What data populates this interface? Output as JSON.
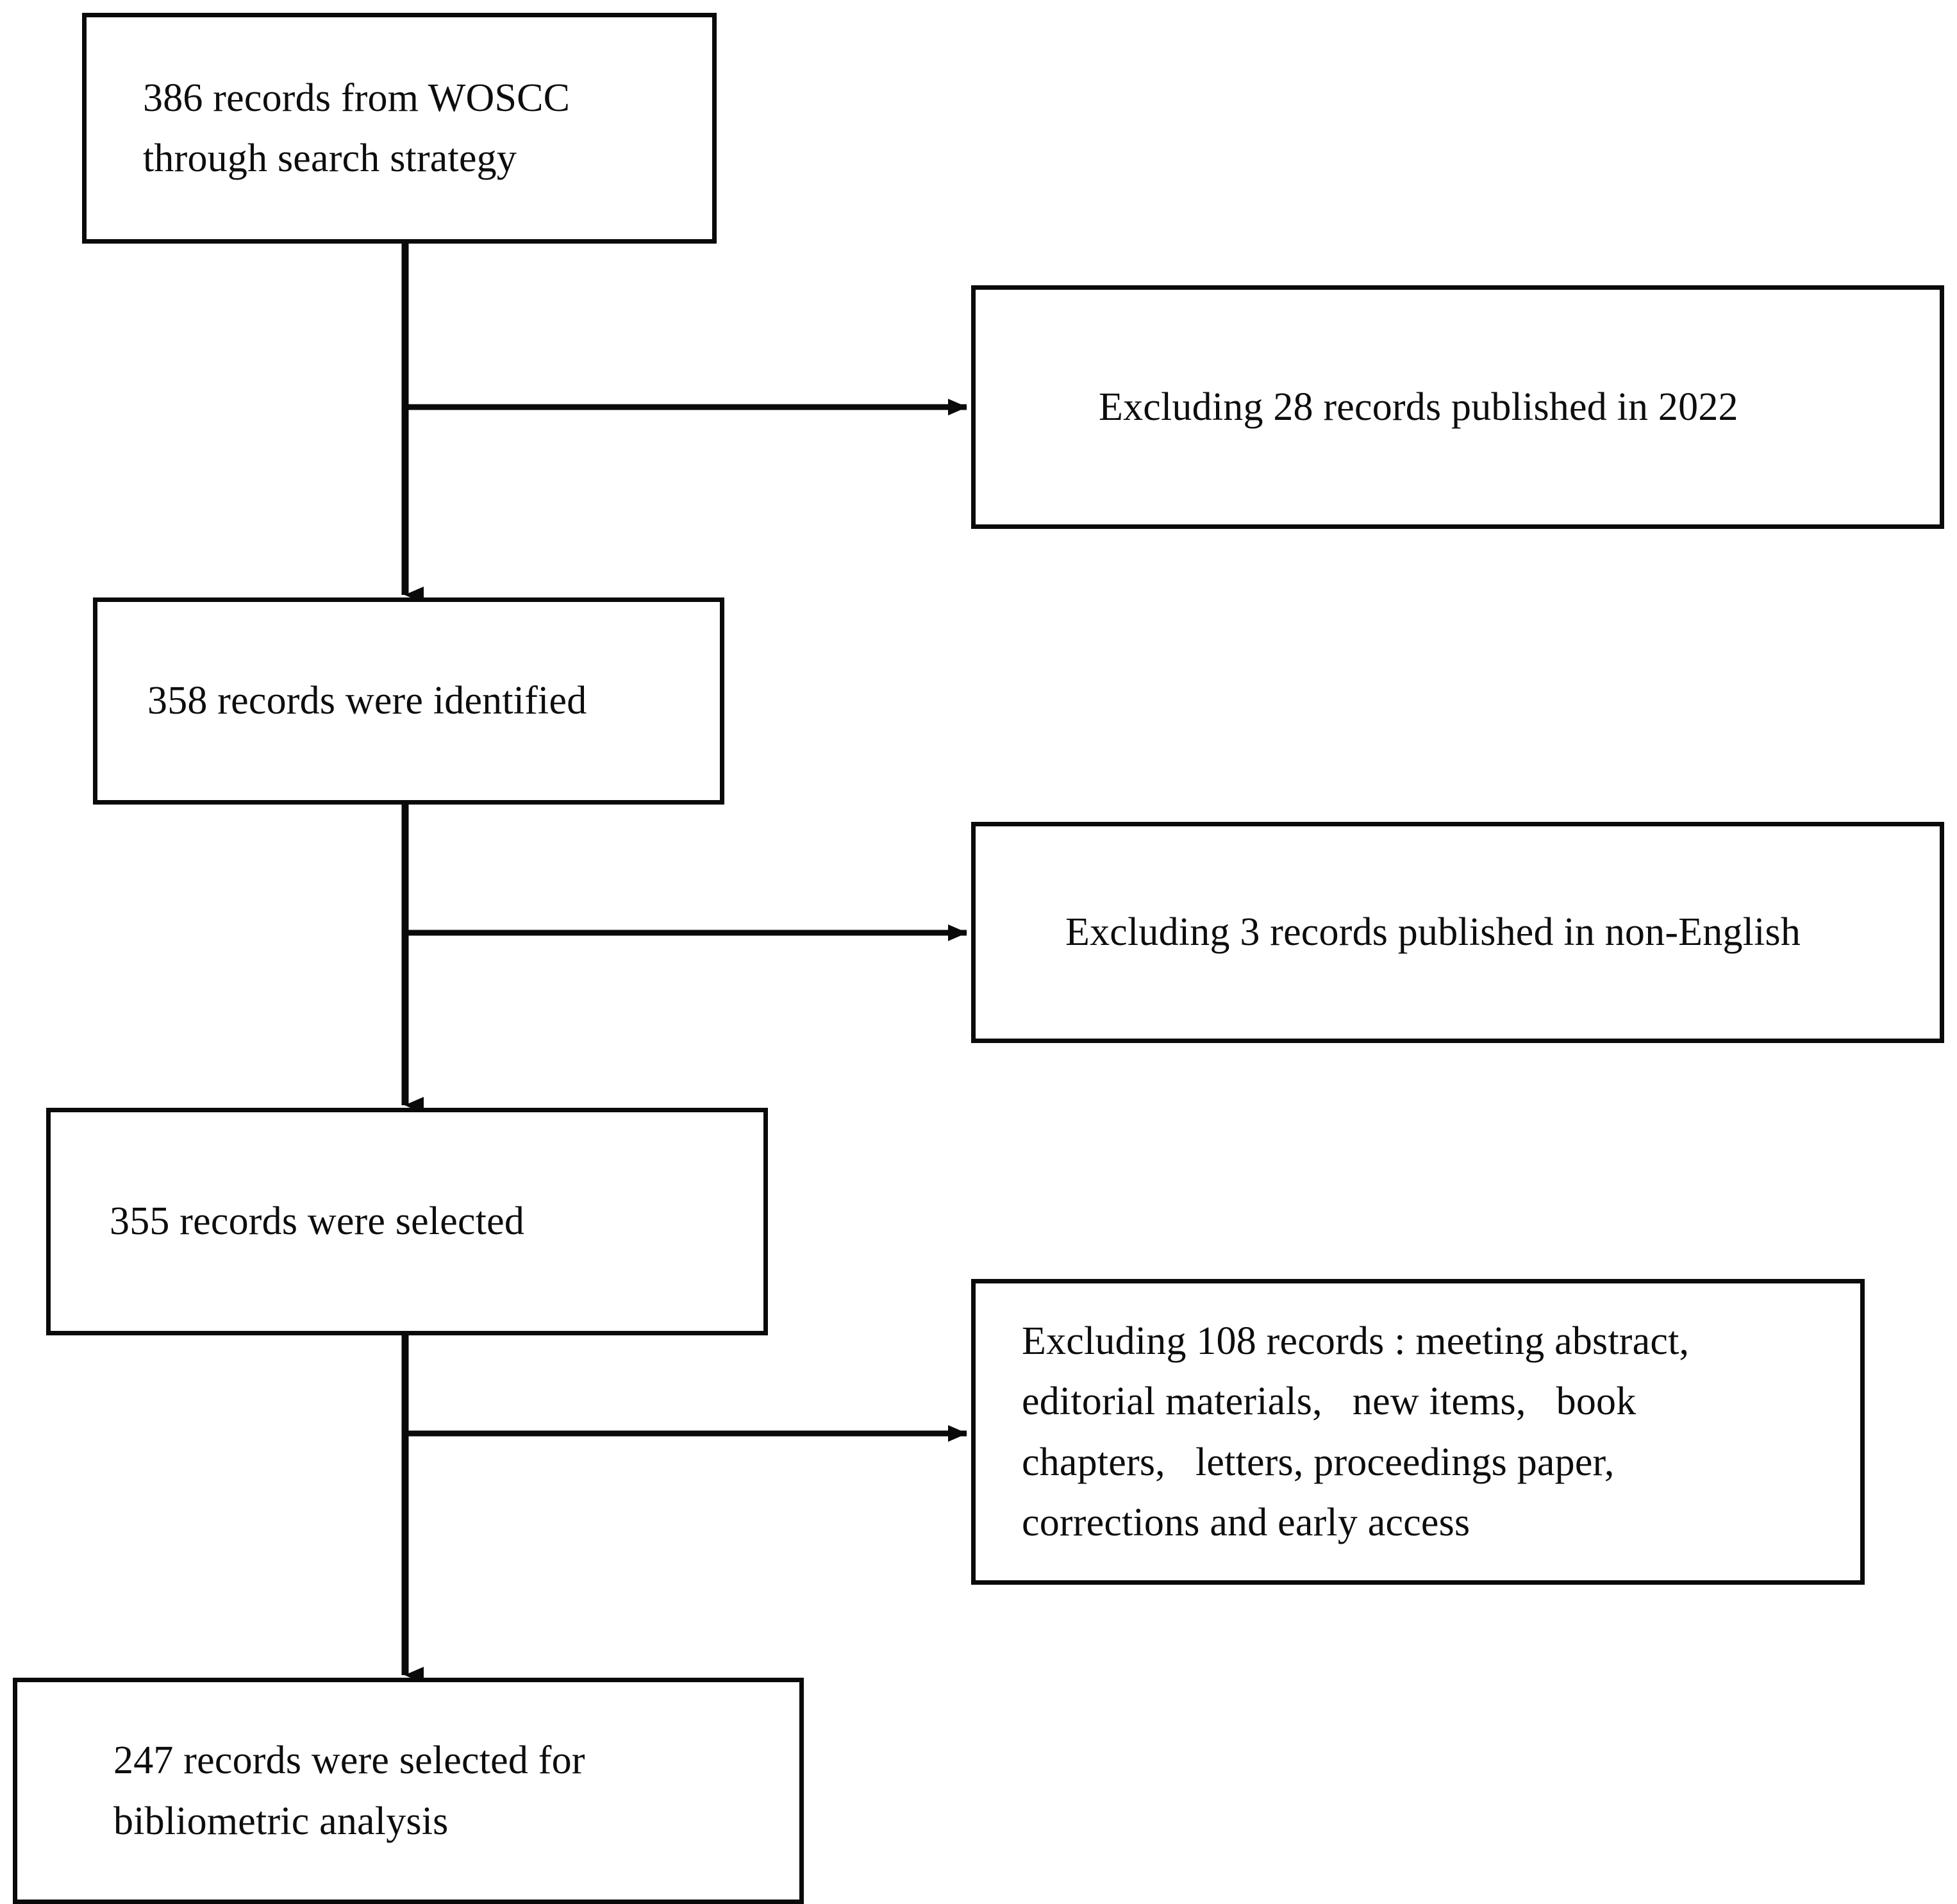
{
  "diagram": {
    "title": "PRISMA-style record selection flowchart",
    "type": "flowchart",
    "background_color": "#ffffff",
    "stroke_color": "#0a0a0a",
    "text_color": "#0d0d0d"
  },
  "nodes": {
    "source_records": {
      "id": "source-records-box",
      "lines": [
        "386 records from WOSCC",
        "through search strategy"
      ],
      "count": 386,
      "column": "left"
    },
    "identified_records": {
      "id": "identified-records-box",
      "lines": [
        "358 records were identified"
      ],
      "count": 358,
      "column": "left"
    },
    "selected_records": {
      "id": "selected-records-box",
      "lines": [
        "355 records were selected"
      ],
      "count": 355,
      "column": "left"
    },
    "final_records": {
      "id": "final-records-box",
      "lines": [
        "247 records were selected for",
        "bibliometric analysis"
      ],
      "count": 247,
      "column": "left"
    },
    "exclusion_year": {
      "id": "exclusion-year-box",
      "lines": [
        "Excluding 28 records published in 2022"
      ],
      "count": 28,
      "column": "right"
    },
    "exclusion_language": {
      "id": "exclusion-language-box",
      "lines": [
        "Excluding 3 records published in non-English"
      ],
      "count": 3,
      "column": "right"
    },
    "exclusion_doctype": {
      "id": "exclusion-doctype-box",
      "lines": [
        "Excluding 108 records : meeting abstract,",
        "editorial materials,   new items,   book",
        "chapters,   letters, proceedings paper,",
        "corrections and early access"
      ],
      "count": 108,
      "column": "right"
    }
  },
  "connectors": [
    {
      "name": "source-to-identified",
      "kind": "vertical-arrow",
      "from": "source_records",
      "to": "identified_records"
    },
    {
      "name": "source-to-exclusion-year",
      "kind": "branch-arrow-right",
      "from": "source_records",
      "to": "exclusion_year"
    },
    {
      "name": "identified-to-selected",
      "kind": "vertical-arrow",
      "from": "identified_records",
      "to": "selected_records"
    },
    {
      "name": "identified-to-exclusion-language",
      "kind": "branch-arrow-right",
      "from": "identified_records",
      "to": "exclusion_language"
    },
    {
      "name": "selected-to-final",
      "kind": "vertical-arrow",
      "from": "selected_records",
      "to": "final_records"
    },
    {
      "name": "selected-to-exclusion-doctype",
      "kind": "branch-arrow-right",
      "from": "selected_records",
      "to": "exclusion_doctype"
    }
  ]
}
